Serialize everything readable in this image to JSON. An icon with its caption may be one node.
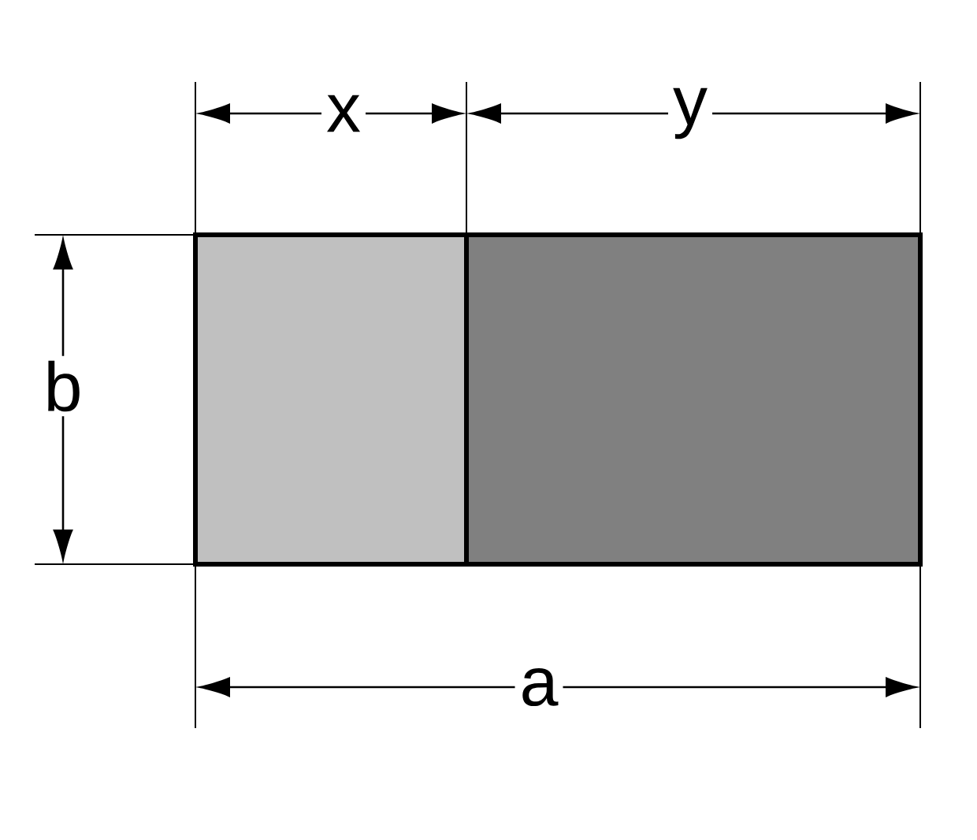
{
  "diagram": {
    "nodes": [
      {
        "text": [],
        "shape": "box"
      },
      {
        "text": [],
        "shape": "box"
      }
    ],
    "labels": [
      "x",
      "y",
      "b",
      "a"
    ]
  }
}
